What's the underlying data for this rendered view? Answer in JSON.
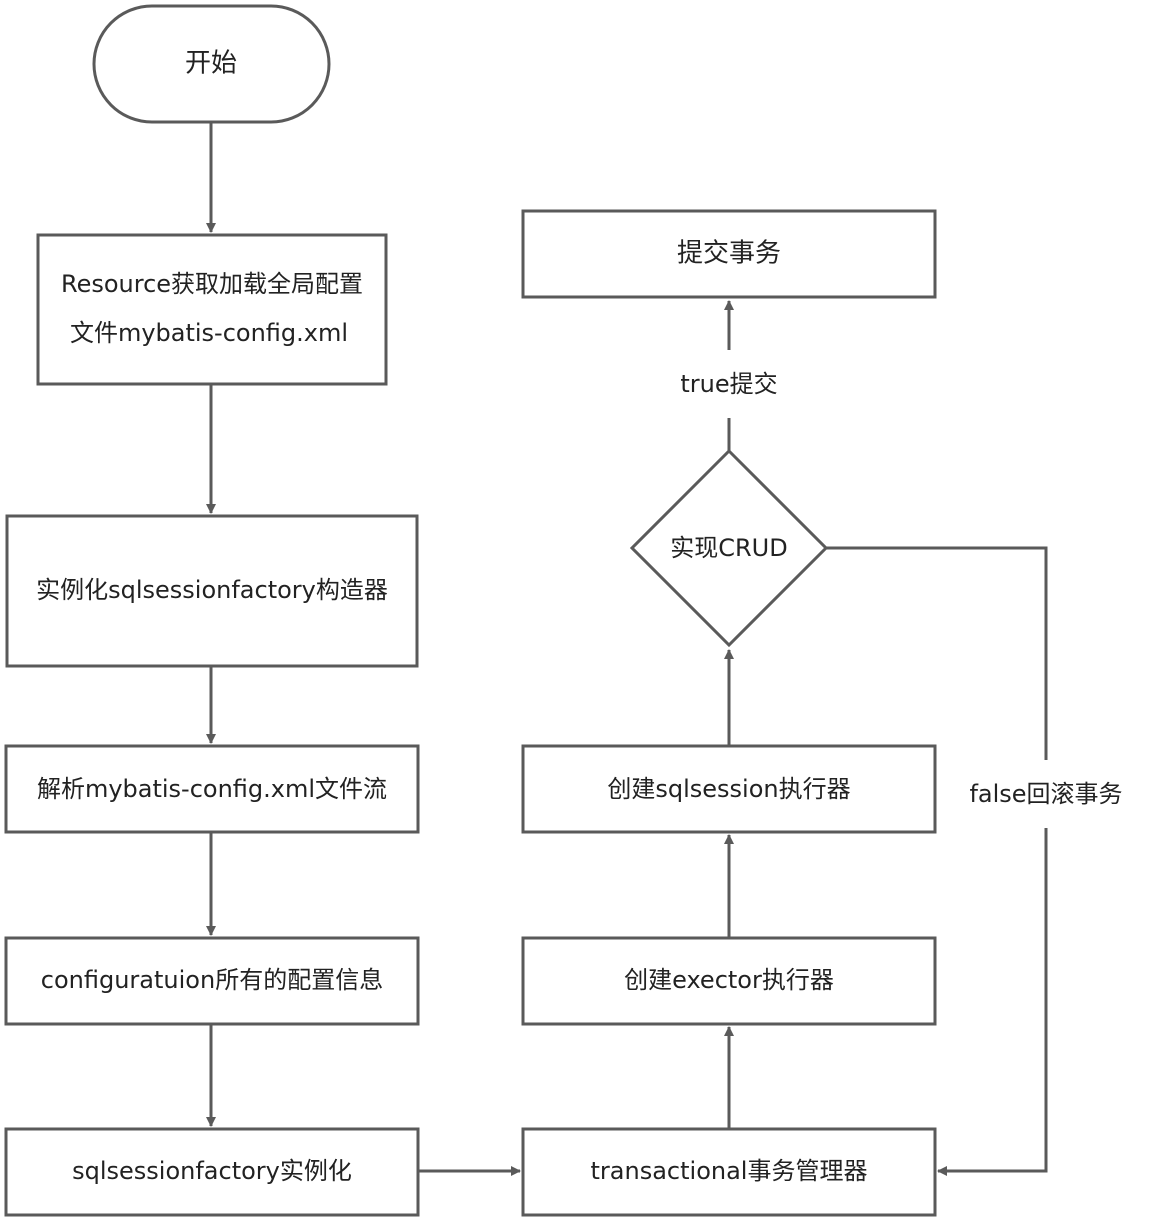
{
  "diagram": {
    "colors": {
      "stroke": "#5a5a5a",
      "fill": "#ffffff",
      "text": "#222222"
    },
    "nodes": {
      "start": "开始",
      "load_line1": "Resource获取加载全局配置",
      "load_line2": "文件mybatis-config.xml",
      "builder": "实例化sqlsessionfactory构造器",
      "parse": "解析mybatis-config.xml文件流",
      "configuration": "configuratuion所有的配置信息",
      "factory": "sqlsessionfactory实例化",
      "transaction": "transactional事务管理器",
      "executor": "创建exector执行器",
      "session": "创建sqlsession执行器",
      "crud": "实现CRUD",
      "commit": "提交事务"
    },
    "edges": {
      "true_label": "true提交",
      "false_label": "false回滚事务"
    }
  }
}
